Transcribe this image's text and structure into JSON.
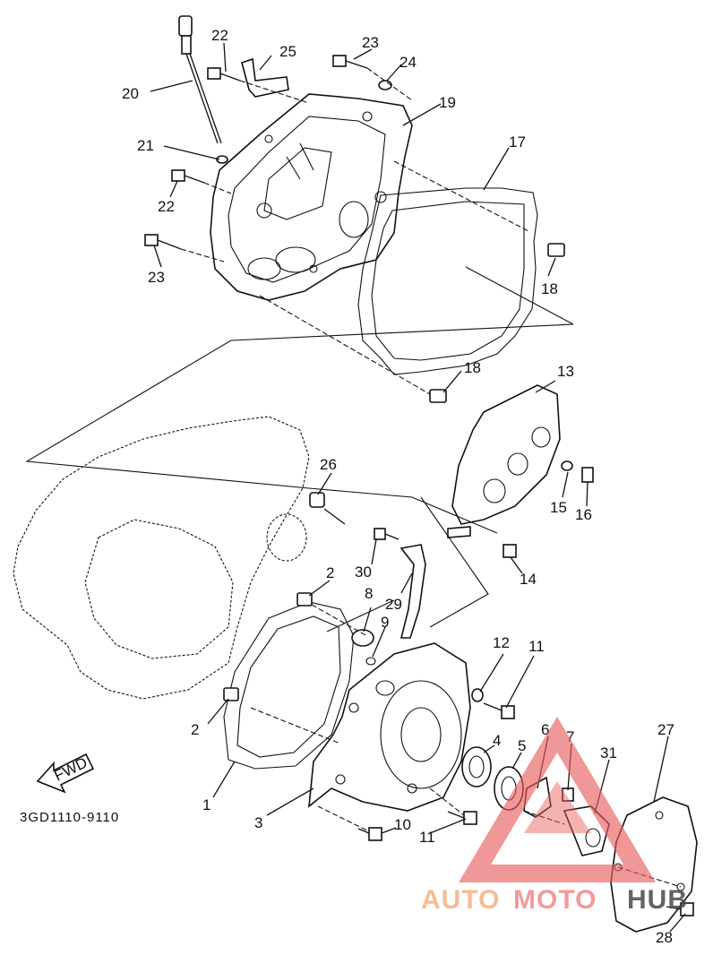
{
  "diagram": {
    "code": "3GD1110-9110",
    "fwd_label": "FWD",
    "labels": {
      "l1": "1",
      "l2a": "2",
      "l2b": "2",
      "l3": "3",
      "l4": "4",
      "l5": "5",
      "l6": "6",
      "l7": "7",
      "l8": "8",
      "l9": "9",
      "l10": "10",
      "l11a": "11",
      "l11b": "11",
      "l12": "12",
      "l13": "13",
      "l14": "14",
      "l15": "15",
      "l16": "16",
      "l17": "17",
      "l18a": "18",
      "l18b": "18",
      "l19": "19",
      "l20": "20",
      "l21": "21",
      "l22a": "22",
      "l22b": "22",
      "l23a": "23",
      "l23b": "23",
      "l24": "24",
      "l25": "25",
      "l26": "26",
      "l27": "27",
      "l28": "28",
      "l29": "29",
      "l30": "30",
      "l31": "31"
    }
  },
  "watermark": {
    "part1": "AUTO",
    "part2": "MOTO",
    "part3": "HUB",
    "colors": {
      "triangle": "#e85c5c",
      "text_light": "#f4b183",
      "text_mid": "#ef8a8a",
      "text_dark": "#4a4a4a"
    }
  }
}
